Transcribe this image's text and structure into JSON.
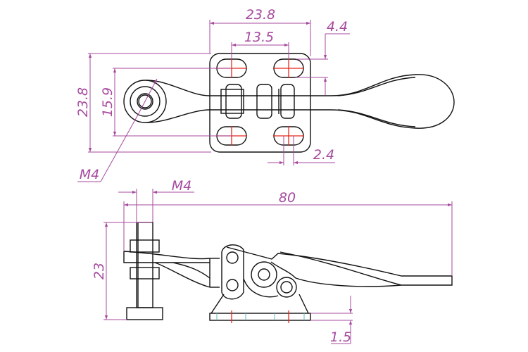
{
  "drawing": {
    "title": "Horizontal toggle clamp dimension drawing",
    "colors": {
      "outline": "#111111",
      "dimension": "#a64a9e",
      "centerline": "#e8261a",
      "hatch": "#5fb8c0"
    },
    "top_view": {
      "plate_width": "23.8",
      "hole_spacing_x": "13.5",
      "slot_offset": "4.4",
      "plate_height": "23.8",
      "hole_spacing_y": "15.9",
      "thread": "M4",
      "slot_width": "2.4"
    },
    "side_view": {
      "thread": "M4",
      "overall_length": "80",
      "height": "23",
      "base_thickness": "1.5"
    }
  }
}
